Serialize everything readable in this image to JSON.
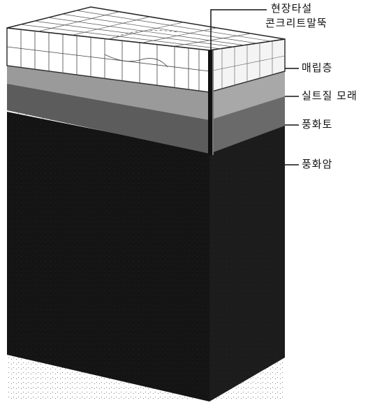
{
  "pile": {
    "line1": "현장타설",
    "line2": "콘크리트말뚝"
  },
  "layers": [
    {
      "id": "fill",
      "label": "매립층",
      "color": "#ffffff"
    },
    {
      "id": "silty-sand",
      "label": "실트질 모래",
      "color": "#9a9a9a"
    },
    {
      "id": "weathered-soil",
      "label": "풍화토",
      "color": "#5c5c5c"
    },
    {
      "id": "weathered-rock",
      "label": "풍화암",
      "color": "#141414"
    }
  ]
}
